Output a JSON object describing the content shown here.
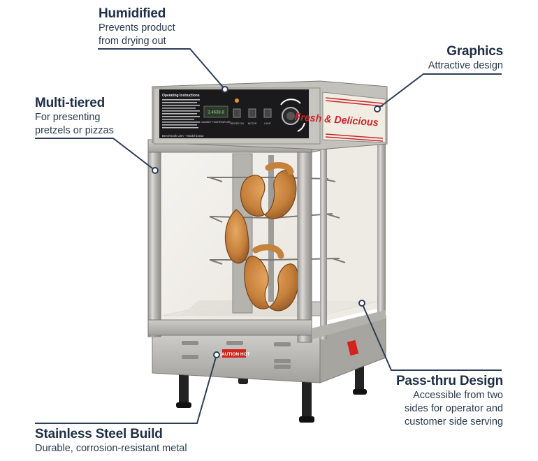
{
  "callouts": {
    "humidified": {
      "title": "Humidified",
      "desc_lines": [
        "Prevents product",
        "from drying out"
      ]
    },
    "graphics": {
      "title": "Graphics",
      "desc_lines": [
        "Attractive design"
      ]
    },
    "multi_tiered": {
      "title": "Multi-tiered",
      "desc_lines": [
        "For presenting",
        "pretzels or pizzas"
      ]
    },
    "pass_thru": {
      "title": "Pass-thru Design",
      "desc_lines": [
        "Accessible from two",
        "sides for operator and",
        "customer side serving"
      ]
    },
    "stainless": {
      "title": "Stainless Steel Build",
      "desc_lines": [
        "Durable, corrosion-resistant metal"
      ]
    }
  },
  "product": {
    "sign_text": "Fresh & Delicious",
    "caution_label": "CAUTION HOT",
    "panel_heading": "Operating Instructions",
    "panel_readout": "3.4638.8",
    "panel_caption": "CABINET TEMPERATURE",
    "switch_labels": [
      "HEATER ON",
      "MOTOR",
      "LIGHT"
    ],
    "panel_footer": "Benchmark USA – Model 51012"
  },
  "colors": {
    "accent": "#1e2f45",
    "line": "#2c3e55",
    "dot": "#ffffff"
  }
}
